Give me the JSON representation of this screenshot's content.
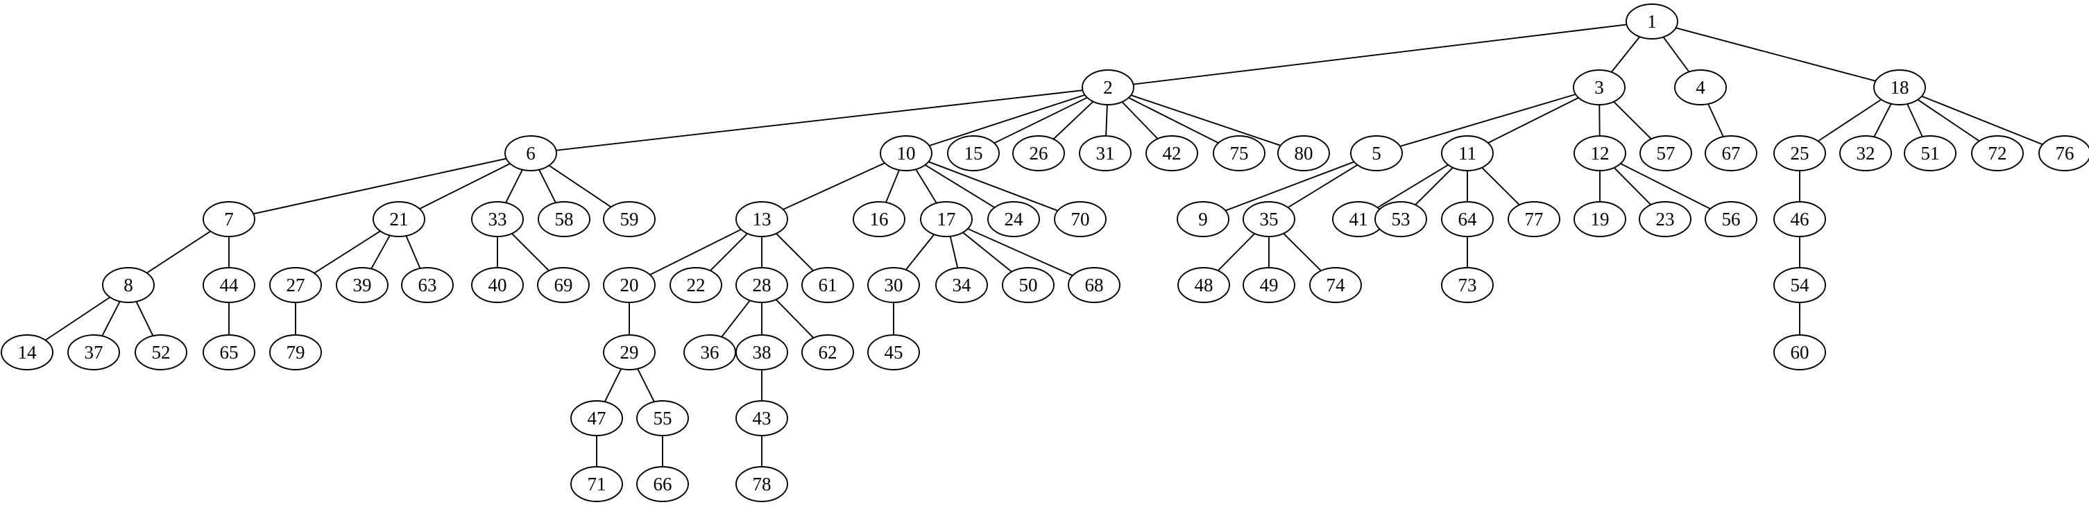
{
  "diagram": {
    "type": "tree",
    "root": "1",
    "edges": [
      [
        "1",
        "2"
      ],
      [
        "1",
        "3"
      ],
      [
        "1",
        "4"
      ],
      [
        "1",
        "18"
      ],
      [
        "2",
        "6"
      ],
      [
        "2",
        "10"
      ],
      [
        "2",
        "15"
      ],
      [
        "2",
        "26"
      ],
      [
        "2",
        "31"
      ],
      [
        "2",
        "42"
      ],
      [
        "2",
        "75"
      ],
      [
        "2",
        "80"
      ],
      [
        "3",
        "5"
      ],
      [
        "3",
        "11"
      ],
      [
        "3",
        "12"
      ],
      [
        "3",
        "57"
      ],
      [
        "4",
        "67"
      ],
      [
        "18",
        "25"
      ],
      [
        "18",
        "32"
      ],
      [
        "18",
        "51"
      ],
      [
        "18",
        "72"
      ],
      [
        "18",
        "76"
      ],
      [
        "6",
        "7"
      ],
      [
        "6",
        "21"
      ],
      [
        "6",
        "33"
      ],
      [
        "6",
        "58"
      ],
      [
        "6",
        "59"
      ],
      [
        "10",
        "13"
      ],
      [
        "10",
        "16"
      ],
      [
        "10",
        "17"
      ],
      [
        "10",
        "24"
      ],
      [
        "10",
        "70"
      ],
      [
        "5",
        "9"
      ],
      [
        "5",
        "35"
      ],
      [
        "11",
        "41"
      ],
      [
        "11",
        "53"
      ],
      [
        "11",
        "64"
      ],
      [
        "11",
        "77"
      ],
      [
        "12",
        "19"
      ],
      [
        "12",
        "23"
      ],
      [
        "12",
        "56"
      ],
      [
        "25",
        "46"
      ],
      [
        "7",
        "8"
      ],
      [
        "7",
        "44"
      ],
      [
        "21",
        "27"
      ],
      [
        "21",
        "39"
      ],
      [
        "21",
        "63"
      ],
      [
        "33",
        "40"
      ],
      [
        "33",
        "69"
      ],
      [
        "13",
        "20"
      ],
      [
        "13",
        "22"
      ],
      [
        "13",
        "28"
      ],
      [
        "13",
        "61"
      ],
      [
        "17",
        "30"
      ],
      [
        "17",
        "34"
      ],
      [
        "17",
        "50"
      ],
      [
        "17",
        "68"
      ],
      [
        "35",
        "48"
      ],
      [
        "35",
        "49"
      ],
      [
        "35",
        "74"
      ],
      [
        "64",
        "73"
      ],
      [
        "46",
        "54"
      ],
      [
        "8",
        "14"
      ],
      [
        "8",
        "37"
      ],
      [
        "8",
        "52"
      ],
      [
        "44",
        "65"
      ],
      [
        "27",
        "79"
      ],
      [
        "20",
        "29"
      ],
      [
        "28",
        "36"
      ],
      [
        "28",
        "38"
      ],
      [
        "28",
        "62"
      ],
      [
        "30",
        "45"
      ],
      [
        "54",
        "60"
      ],
      [
        "29",
        "47"
      ],
      [
        "29",
        "55"
      ],
      [
        "38",
        "43"
      ],
      [
        "47",
        "71"
      ],
      [
        "55",
        "66"
      ],
      [
        "43",
        "78"
      ]
    ]
  }
}
